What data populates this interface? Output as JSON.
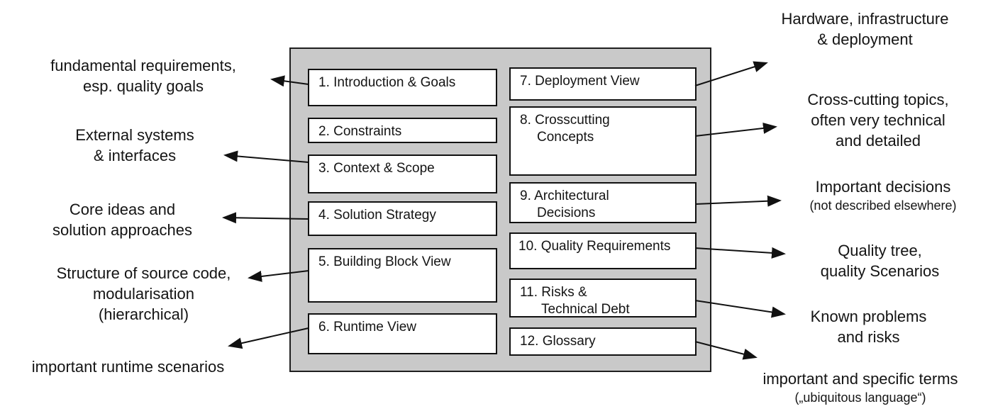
{
  "title": "arc42 template overview",
  "colors": {
    "background": "#ffffff",
    "container_fill": "#c9c9c9",
    "box_fill": "#ffffff",
    "border": "#111111",
    "text": "#141414"
  },
  "content": {
    "left_boxes": [
      {
        "lines": [
          "1. Introduction & Goals"
        ]
      },
      {
        "lines": [
          "2. Constraints"
        ]
      },
      {
        "lines": [
          "3. Context & Scope"
        ]
      },
      {
        "lines": [
          "4. Solution Strategy"
        ]
      },
      {
        "lines": [
          "5. Building Block View"
        ]
      },
      {
        "lines": [
          "6. Runtime View"
        ]
      }
    ],
    "right_boxes": [
      {
        "lines": [
          "7. Deployment View"
        ]
      },
      {
        "lines": [
          "8. Crosscutting",
          "Concepts"
        ]
      },
      {
        "lines": [
          "9. Architectural",
          "Decisions"
        ]
      },
      {
        "lines": [
          "10. Quality Requirements"
        ]
      },
      {
        "lines": [
          "11. Risks &",
          "Technical Debt"
        ]
      },
      {
        "lines": [
          "12. Glossary"
        ]
      }
    ]
  },
  "annotations": {
    "left": [
      {
        "lines": [
          "fundamental requirements,",
          "esp. quality goals"
        ]
      },
      {
        "lines": [
          "External systems",
          "& interfaces"
        ]
      },
      {
        "lines": [
          "Core ideas and",
          "solution approaches"
        ]
      },
      {
        "lines": [
          "Structure of source code,",
          "modularisation",
          "(hierarchical)"
        ]
      },
      {
        "lines": [
          "important runtime scenarios"
        ]
      }
    ],
    "right": [
      {
        "lines": [
          "Hardware, infrastructure",
          "& deployment"
        ]
      },
      {
        "lines": [
          "Cross-cutting topics,",
          "often very technical",
          "and detailed"
        ]
      },
      {
        "lines": [
          "Important decisions",
          "(not described elsewhere)"
        ]
      },
      {
        "lines": [
          "Quality tree,",
          "quality Scenarios"
        ]
      },
      {
        "lines": [
          "Known problems",
          "and risks"
        ]
      },
      {
        "lines": [
          "important and specific terms",
          "(„ubiquitous language“)"
        ]
      }
    ]
  }
}
